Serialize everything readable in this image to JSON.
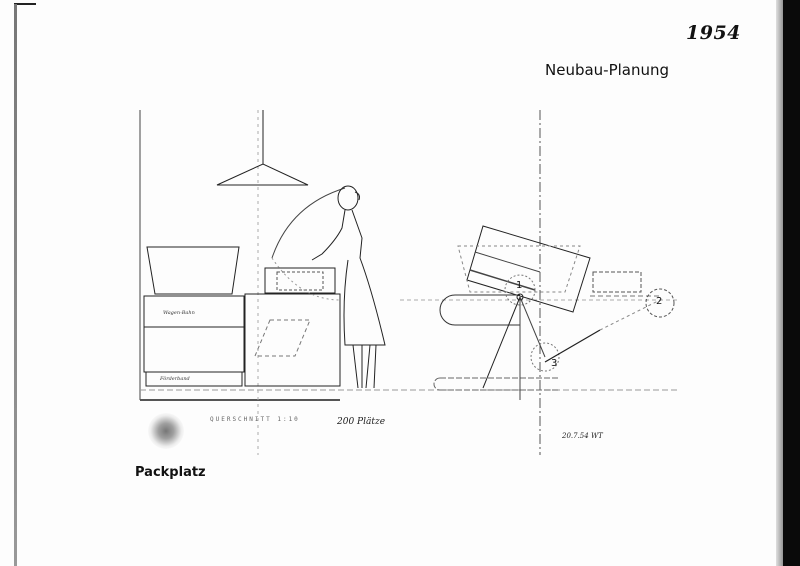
{
  "page": {
    "year": "1954",
    "title": "Neubau-Planung",
    "caption": "Packplatz"
  },
  "drawing": {
    "box_labels": {
      "upper": "Wagen-Bahn",
      "lower": "Förderband"
    },
    "scale_note": "QUERSCHNITT 1:10",
    "capacity_note": "200 Plätze",
    "date_note": "20.7.54 WT",
    "mechanism_labels": [
      "1",
      "2",
      "3"
    ]
  }
}
